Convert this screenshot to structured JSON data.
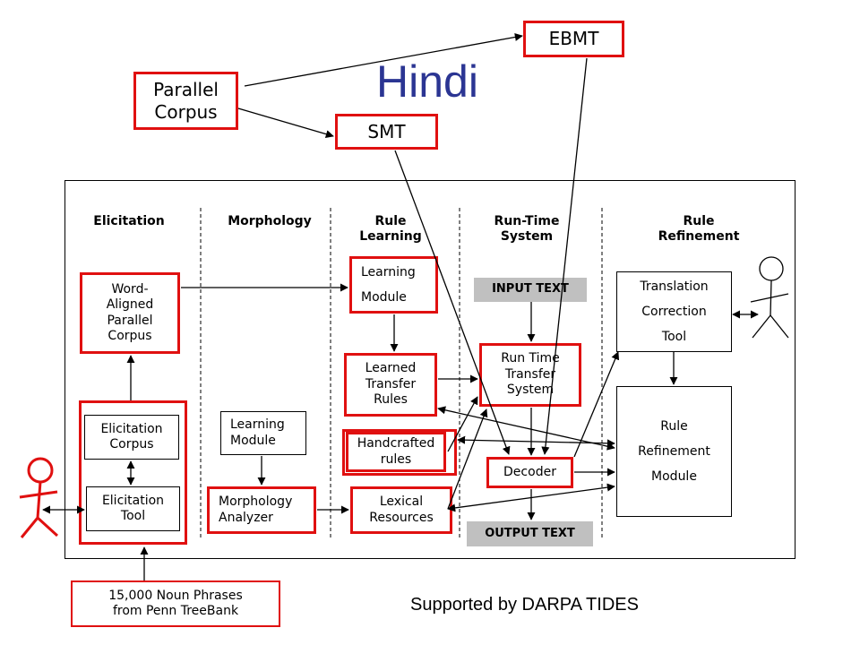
{
  "title": "Hindi",
  "footer": "Supported by DARPA TIDES",
  "top": {
    "parallel_corpus": "Parallel\nCorpus",
    "smt": "SMT",
    "ebmt": "EBMT"
  },
  "columns": {
    "elicitation": "Elicitation",
    "morphology": "Morphology",
    "rule_learning": "Rule\nLearning",
    "runtime": "Run-Time\nSystem",
    "refinement": "Rule\nRefinement"
  },
  "boxes": {
    "word_aligned": "Word-\nAligned\nParallel\nCorpus",
    "elicitation_corpus": "Elicitation\nCorpus",
    "elicitation_tool": "Elicitation\nTool",
    "noun_phrases": "15,000 Noun Phrases\nfrom Penn TreeBank",
    "morph_learning_module": "Learning\nModule",
    "morph_analyzer": "Morphology\nAnalyzer",
    "learning_module": "Learning\nModule",
    "learned_rules": "Learned\nTransfer\nRules",
    "handcrafted": "Handcrafted\nrules",
    "lexical": "Lexical\nResources",
    "input_text": "INPUT TEXT",
    "runtime_system": "Run Time\nTransfer\nSystem",
    "decoder": "Decoder",
    "output_text": "OUTPUT TEXT",
    "translation_tool": "Translation\nCorrection\nTool",
    "refinement_module": "Rule\nRefinement\nModule"
  },
  "colors": {
    "red": "#e01010",
    "title": "#2b3593",
    "gray": "#c0c0c0"
  }
}
